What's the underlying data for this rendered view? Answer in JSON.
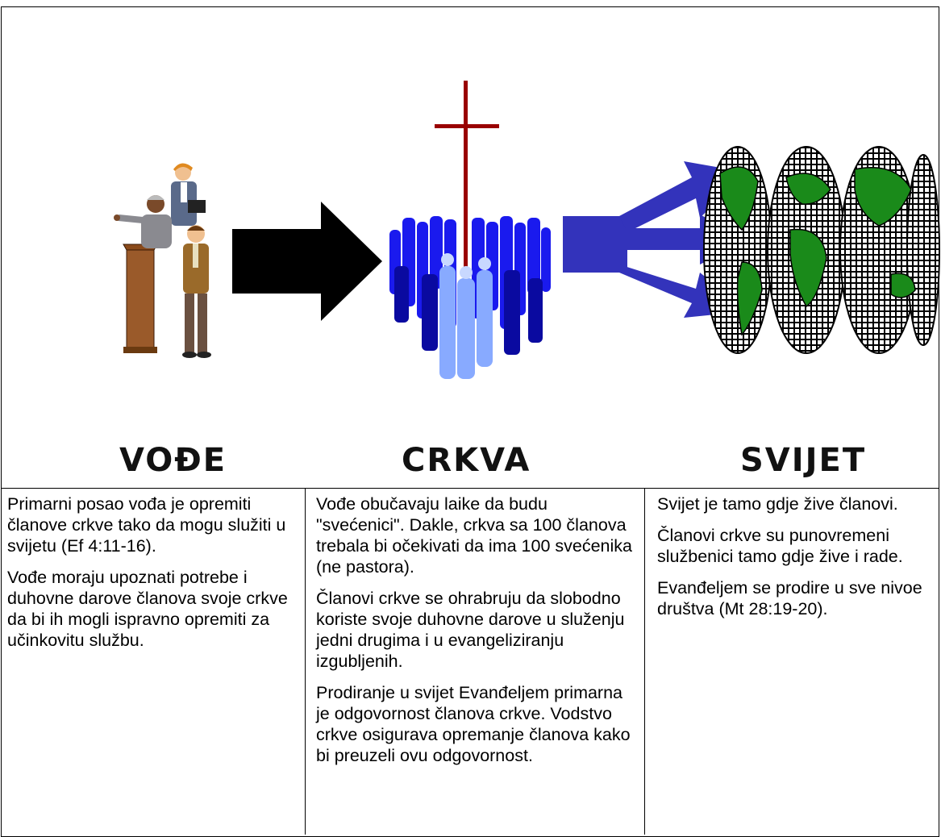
{
  "columns": [
    {
      "heading": "VOĐE",
      "paragraphs": [
        "Primarni posao vođa je opremiti članove crkve tako da mogu služiti u svijetu (Ef 4:11-16).",
        "Vođe moraju upoznati potrebe i duhovne darove članova svoje crkve da bi ih mogli ispravno opremiti za učinkovitu službu."
      ]
    },
    {
      "heading": "CRKVA",
      "paragraphs": [
        "Vođe obučavaju laike da budu \"svećenici\". Dakle, crkva sa 100 članova trebala bi očekivati da ima 100 svećenika (ne pastora).",
        "Članovi crkve se ohrabruju da slobodno koriste svoje duhovne darove u služenju jedni drugima i u evangeliziranju izgubljenih.",
        "Prodiranje u svijet Evanđeljem primarna je odgovornost članova crkve. Vodstvo crkve osigurava opremanje članova kako bi preuzeli ovu odgovornost."
      ]
    },
    {
      "heading": "SVIJET",
      "paragraphs": [
        "Svijet je tamo gdje žive članovi.",
        "Članovi crkve su punovremeni službenici tamo gdje žive i rade.",
        "Evanđeljem se prodire u sve nivoe društva (Mt 28:19-20)."
      ]
    }
  ],
  "icons": {
    "leaders": "leaders-group-icon",
    "church": "church-crowd-icon",
    "world": "world-globe-icon",
    "arrow_to_church": "arrow-right-icon",
    "arrow_to_world": "split-arrow-icon"
  },
  "colors": {
    "arrow_black": "#000000",
    "arrow_blue": "#3333bb",
    "cross_red": "#990000",
    "crowd_blue": "#1a1aee",
    "crowd_light": "#88aaff",
    "globe_green": "#1a8a1a"
  }
}
